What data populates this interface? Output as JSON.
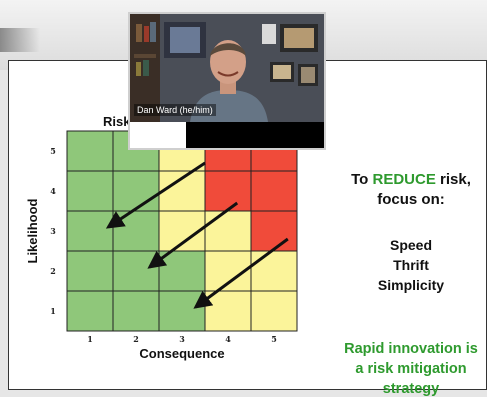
{
  "video": {
    "participant_name": "Dan Ward (he/him)"
  },
  "slide": {
    "reduce_prefix": "To ",
    "reduce_word": "REDUCE",
    "reduce_suffix": " risk,",
    "focus_line": "focus on:",
    "focus_words": [
      "Speed",
      "Thrift",
      "Simplicity"
    ],
    "conclusion_lines": [
      "Rapid innovation is",
      "a risk mitigation",
      "strategy"
    ]
  },
  "colors": {
    "green": "#8fc77a",
    "yellow": "#fbf49a",
    "red": "#f04b3a",
    "accent_green": "#2e9a2e"
  },
  "chart_data": {
    "type": "heatmap",
    "title": "Risk",
    "xlabel": "Consequence",
    "ylabel": "Likelihood",
    "x": [
      1,
      2,
      3,
      4,
      5
    ],
    "y": [
      1,
      2,
      3,
      4,
      5
    ],
    "cells": [
      [
        "green",
        "green",
        "yellow",
        "red",
        "red"
      ],
      [
        "green",
        "green",
        "yellow",
        "red",
        "red"
      ],
      [
        "green",
        "green",
        "yellow",
        "yellow",
        "red"
      ],
      [
        "green",
        "green",
        "green",
        "yellow",
        "yellow"
      ],
      [
        "green",
        "green",
        "green",
        "yellow",
        "yellow"
      ]
    ],
    "arrows": [
      {
        "from": [
          3.5,
          4.7
        ],
        "to": [
          1.4,
          3.1
        ]
      },
      {
        "from": [
          4.2,
          3.7
        ],
        "to": [
          2.3,
          2.1
        ]
      },
      {
        "from": [
          5.3,
          2.8
        ],
        "to": [
          3.3,
          1.1
        ]
      }
    ]
  }
}
